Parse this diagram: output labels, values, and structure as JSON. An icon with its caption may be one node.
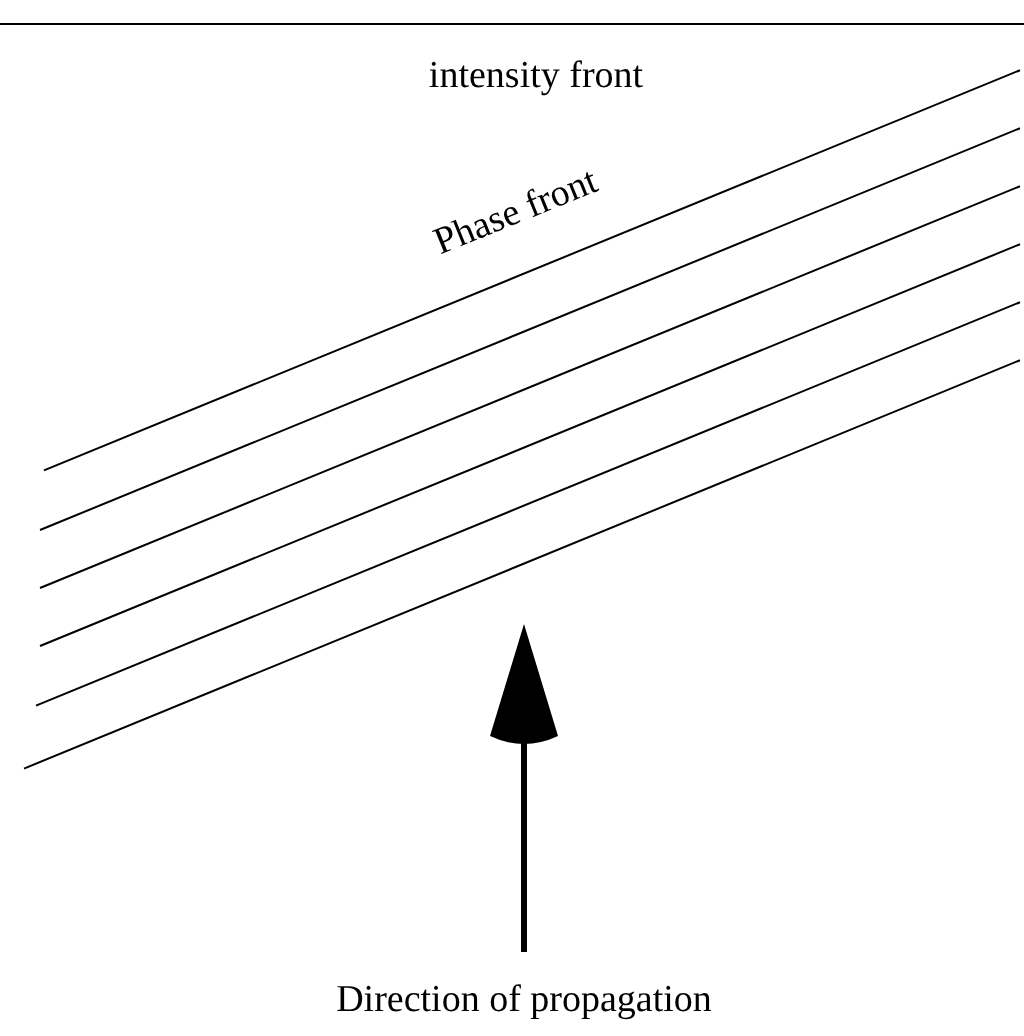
{
  "diagram": {
    "labels": [
      "intensity front",
      "Phase front",
      "Direction of propagation"
    ]
  }
}
